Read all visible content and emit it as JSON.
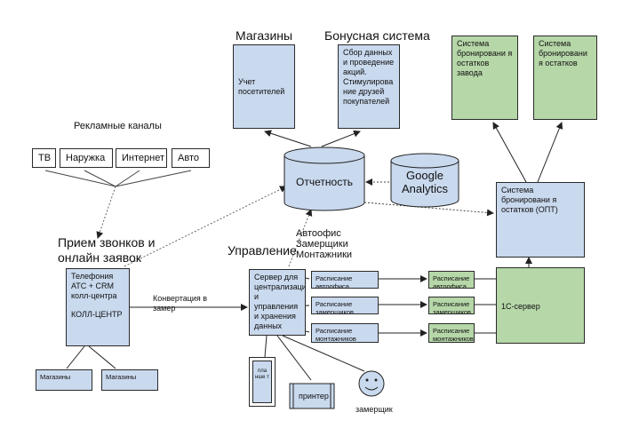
{
  "headings": {
    "stores": "Магазины",
    "bonus": "Бонусная система",
    "ad_channels": "Рекламные каналы",
    "calls_line1": "Прием звонков и",
    "calls_line2": "онлайн заявок",
    "management": "Управление",
    "autooffice_line1": "Автоофис",
    "autooffice_line2": "Замерщики",
    "autooffice_line3": "Монтажники"
  },
  "boxes": {
    "visitors": "Учет посетителей",
    "bonus_desc": "Сбор данных и проведение акций. Стимулирова ние друзей покупателей",
    "factory_booking": "Система бронировани я остатков завода",
    "stock_booking": "Система бронировани я остатков",
    "opt_booking": "Система бронировани я остатков (ОПТ)",
    "callcenter_line1": "Телефония",
    "callcenter_line2": "АТС + CRM",
    "callcenter_line3": "колл-центра",
    "callcenter_line4": "КОЛЛ-ЦЕНТР",
    "server": "Сервер для централизаци и управления и хранения данных",
    "sched_auto": "Расписание автоофиса",
    "sched_measure": "Расписание замерщиков",
    "sched_install": "Расписание монтажников",
    "sched_auto_1c": "Расписание автоофиса",
    "sched_measure_1c": "Расписание замерщиков",
    "sched_install_1c": "Расписание монтажников",
    "one_c": "1С-сервер",
    "shop_left": "Магазины",
    "shop_right": "Магазины",
    "tablet": "пла нше т",
    "printer": "принтер"
  },
  "ad_channels": [
    "ТВ",
    "Наружка",
    "Интернет",
    "Авто"
  ],
  "reports": "Отчетность",
  "google_line1": "Google",
  "google_line2": "Analytics",
  "conversion_line1": "Конвертация в",
  "conversion_line2": "замер",
  "measurer": "замерщик",
  "colors": {
    "blue_box": "#c9d9ee",
    "green_box": "#b6d7a8"
  }
}
